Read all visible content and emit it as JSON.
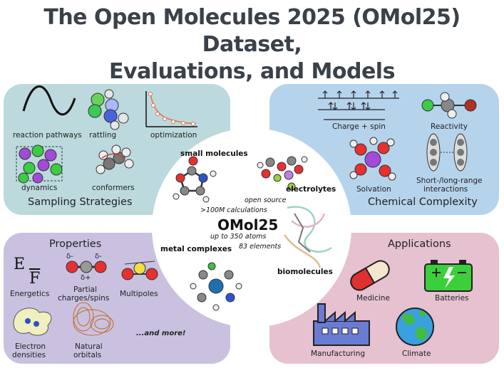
{
  "title_line1": "The Open Molecules 2025 (OMol25) Dataset,",
  "title_line2": "Evaluations, and Models",
  "sampling": {
    "title": "Sampling Strategies",
    "items": [
      "reaction pathways",
      "rattling",
      "optimization",
      "dynamics",
      "conformers"
    ]
  },
  "chemical": {
    "title": "Chemical Complexity",
    "items": [
      "Charge + spin",
      "Reactivity",
      "Solvation",
      "Short-/long-range",
      "interactions"
    ]
  },
  "properties": {
    "title": "Properties",
    "items": [
      "Energetics",
      "Partial",
      "charges/spins",
      "Multipoles",
      "Electron",
      "densities",
      "Natural",
      "orbitals",
      "...and more!"
    ],
    "energy_symbol": "E",
    "force_symbol": "F",
    "delta_plus": "δ+",
    "delta_minus": "δ-"
  },
  "applications": {
    "title": "Applications",
    "items": [
      "Medicine",
      "Batteries",
      "Manufacturing",
      "Climate"
    ]
  },
  "center": {
    "name": "OMol25",
    "line_open": "open source",
    "line_calcs": ">100M calculations",
    "line_atoms": "up to 350 atoms",
    "line_elements": "83 elements",
    "small_molecules": "small molecules",
    "electrolytes": "electrolytes",
    "metal_complexes": "metal complexes",
    "biomolecules": "biomolecules"
  },
  "colors": {
    "sampling_bg": "#bcd9dd",
    "chemical_bg": "#b6d3ec",
    "properties_bg": "#cac1e1",
    "applications_bg": "#e6c1d0",
    "title_text": "#3a4149"
  }
}
